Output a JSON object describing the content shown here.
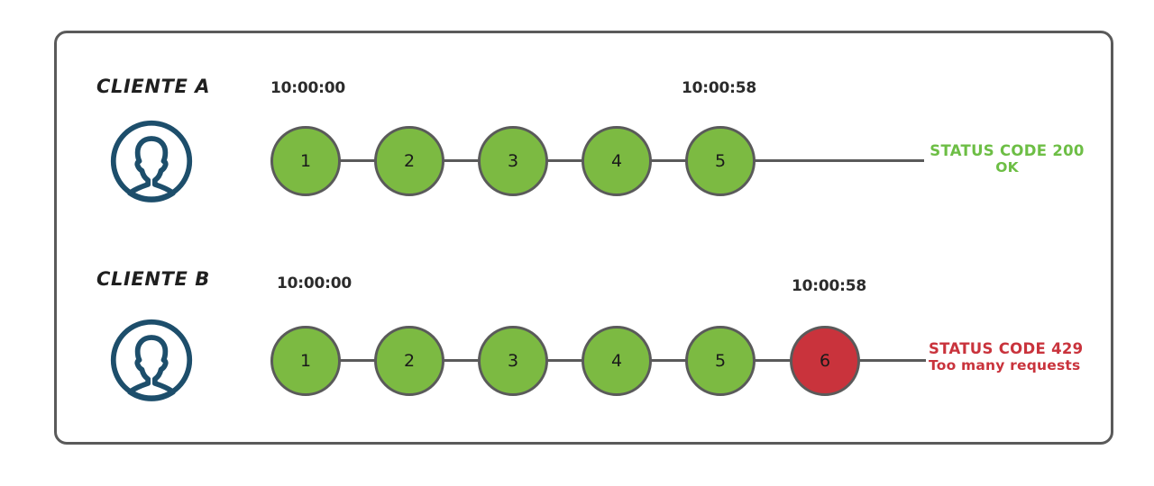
{
  "diagram": {
    "title_present": false,
    "colors": {
      "frame_border": "#5a5a5a",
      "node_ok_fill": "#7CBA42",
      "node_fail_fill": "#C9333C",
      "node_border": "#5a5a5a",
      "avatar_stroke": "#1D4E6B",
      "status_ok_text": "#6DBE45",
      "status_fail_text": "#C9333C",
      "label_text": "#1f1f1f",
      "timestamp_text": "#2b2b2b"
    }
  },
  "rows": [
    {
      "id": "cliente-a",
      "label": "CLIENTE A",
      "avatar_icon": "user-avatar-icon",
      "time_start": "10:00:00",
      "time_end": "10:00:58",
      "nodes": [
        {
          "number": "1",
          "state": "ok"
        },
        {
          "number": "2",
          "state": "ok"
        },
        {
          "number": "3",
          "state": "ok"
        },
        {
          "number": "4",
          "state": "ok"
        },
        {
          "number": "5",
          "state": "ok"
        }
      ],
      "status": {
        "state": "ok",
        "line1": "STATUS CODE 200",
        "line2": "OK"
      }
    },
    {
      "id": "cliente-b",
      "label": "CLIENTE B",
      "avatar_icon": "user-avatar-icon",
      "time_start": "10:00:00",
      "time_end": "10:00:58",
      "nodes": [
        {
          "number": "1",
          "state": "ok"
        },
        {
          "number": "2",
          "state": "ok"
        },
        {
          "number": "3",
          "state": "ok"
        },
        {
          "number": "4",
          "state": "ok"
        },
        {
          "number": "5",
          "state": "ok"
        },
        {
          "number": "6",
          "state": "fail"
        }
      ],
      "status": {
        "state": "fail",
        "line1": "STATUS CODE 429",
        "line2": "Too many requests"
      }
    }
  ]
}
